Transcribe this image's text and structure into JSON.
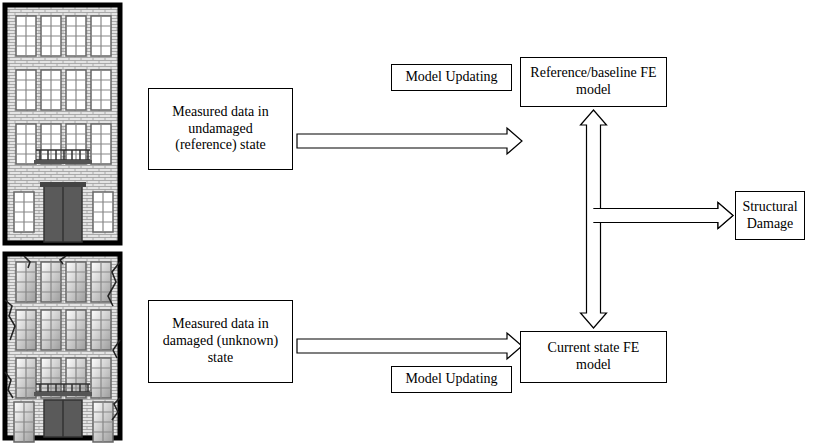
{
  "diagram": {
    "nodes": [
      {
        "text": [
          "Measured data in undamaged (reference) state"
        ]
      },
      {
        "text": [
          "Reference/baseline FE model"
        ]
      },
      {
        "text": [
          "Structural Damage"
        ]
      },
      {
        "text": [
          "Measured data in damaged (unknown) state"
        ]
      },
      {
        "text": [
          "Current state FE model"
        ]
      }
    ],
    "edges": [
      {
        "from": 0,
        "to": 1,
        "arrow": "to",
        "label": "Model Updating"
      },
      {
        "from": 3,
        "to": 4,
        "arrow": "to",
        "label": "Model Updating"
      },
      {
        "from": 1,
        "to": 4,
        "arrow": "both"
      },
      {
        "from": 1,
        "to": 2,
        "arrow": "to"
      },
      {
        "from": 4,
        "to": 2,
        "arrow": "to"
      }
    ]
  }
}
